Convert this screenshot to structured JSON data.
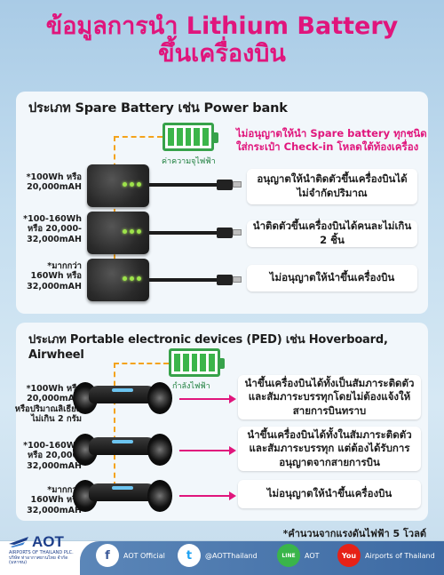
{
  "title": {
    "line1": "ข้อมูลการนำ Lithium Battery",
    "line2": "ขึ้นเครื่องบิน"
  },
  "section1": {
    "heading": "ประเภท Spare Battery เช่น Power bank",
    "battery_label": "ค่าความจุไฟฟ้า",
    "warning_line1": "ไม่อนุญาตให้นำ Spare battery ทุกชนิด",
    "warning_line2": "ใส่กระเป๋า Check-in โหลดใต้ท้องเครื่อง",
    "rows": [
      {
        "capacity": "*100Wh หรือ\n20,000mAH",
        "rule": "อนุญาตให้นำติดตัวขึ้นเครื่องบินได้\nไม่จำกัดปริมาณ"
      },
      {
        "capacity": "*100-160Wh\nหรือ 20,000-\n32,000mAH",
        "rule": "นำติดตัวขึ้นเครื่องบินได้คนละไม่เกิน 2 ชิ้น"
      },
      {
        "capacity": "*มากกว่า\n160Wh หรือ\n32,000mAH",
        "rule": "ไม่อนุญาตให้นำขึ้นเครื่องบิน"
      }
    ]
  },
  "section2": {
    "heading": "ประเภท Portable electronic devices (PED) เช่น Hoverboard, Airwheel",
    "battery_label": "กำลังไฟฟ้า",
    "rows": [
      {
        "capacity": "*100Wh หรือ\n20,000mAH\nหรือปริมาณลิเธียม\nไม่เกิน 2 กรัม",
        "rule": "นำขึ้นเครื่องบินได้ทั้งเป็นสัมภาระติดตัว\nและสัมภาระบรรทุกโดยไม่ต้องแจ้งให้\nสายการบินทราบ"
      },
      {
        "capacity": "*100-160Wh\nหรือ 20,000-\n32,000mAH",
        "rule": "นำขึ้นเครื่องบินได้ทั้งในสัมภาระติดตัว\nและสัมภาระบรรทุก แต่ต้องได้รับการ\nอนุญาตจากสายการบิน"
      },
      {
        "capacity": "*มากกว่า\n160Wh หรือ\n32,000mAH",
        "rule": "ไม่อนุญาตให้นำขึ้นเครื่องบิน"
      }
    ]
  },
  "footnote": "*คำนวนจากแรงดันไฟฟ้า 5 โวลต์",
  "footer": {
    "logo_text": "AOT",
    "logo_sub": "AIRPORTS OF THAILAND PLC.\nบริษัท ท่าอากาศยานไทย จำกัด (มหาชน)",
    "socials": [
      {
        "icon": "f",
        "label": "AOT Official"
      },
      {
        "icon": "t",
        "label": "@AOTThailand"
      },
      {
        "icon": "LINE",
        "label": "AOT"
      },
      {
        "icon": "You",
        "label": "Airports of Thailand"
      }
    ]
  },
  "colors": {
    "accent": "#e0157c",
    "battery": "#3bb54a",
    "dash": "#f4a31b",
    "footer": "#3d6aa3"
  }
}
